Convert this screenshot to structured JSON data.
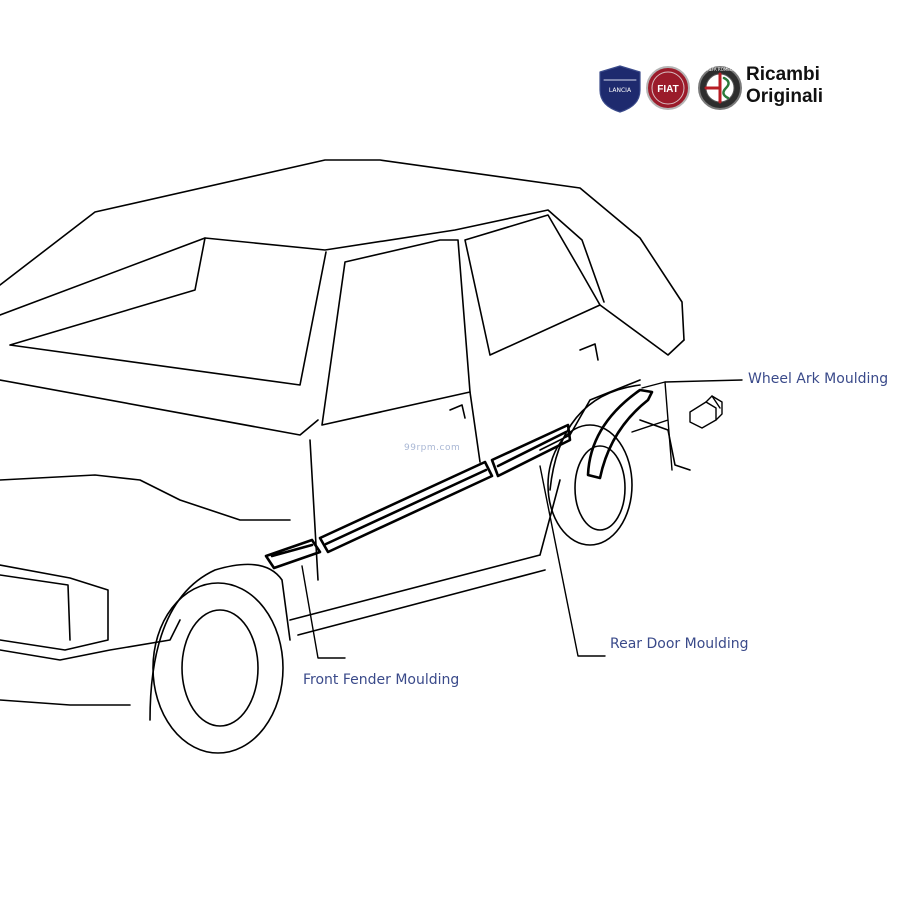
{
  "logos": {
    "lancia_text": "LANCIA",
    "fiat_text": "FIAT",
    "alfa_text": "ALFA ROMEO",
    "brand_line1": "Ricambi",
    "brand_line2": "Originali"
  },
  "watermark": "99rpm.com",
  "callouts": {
    "wheel_ark": "Wheel Ark Moulding",
    "rear_door": "Rear Door Moulding",
    "front_fender": "Front Fender Moulding"
  },
  "colors": {
    "label": "#3a4a8a",
    "line": "#000000",
    "lancia": "#1e2a6e",
    "fiat": "#9b1b2a",
    "alfa": "#2d2d2d",
    "watermark": "#a9b7d4"
  }
}
